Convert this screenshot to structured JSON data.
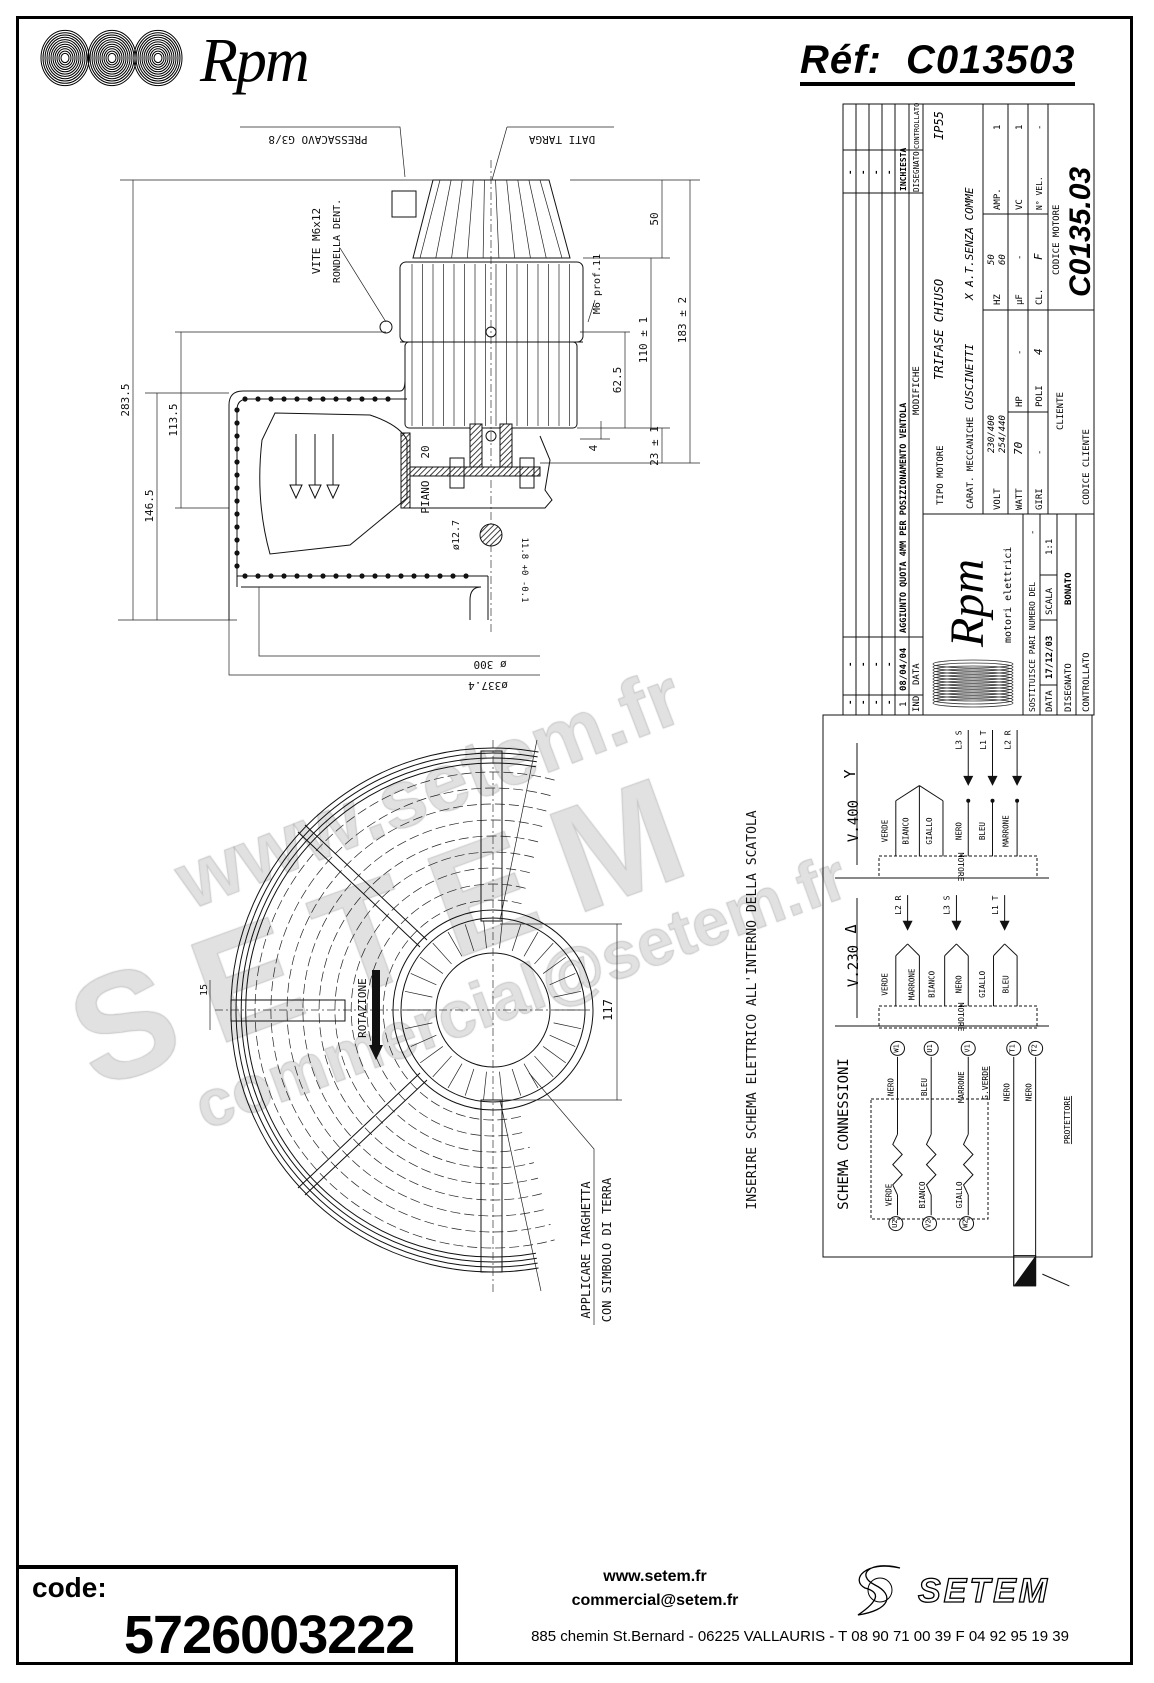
{
  "header": {
    "brand": "Rpm",
    "ref_label": "Réf:",
    "ref_value": "C013503"
  },
  "drawing": {
    "pressacavo": "PRESSACAVO G3/8",
    "dati_targa": "DATI TARGA",
    "vite": "VITE M6x12",
    "rondella": "RONDELLA DENT.",
    "m6": "M6 prof.11",
    "dim_50": "50",
    "dim_110": "110 ± 1",
    "dim_183": "183 ± 2",
    "dim_62_5": "62.5",
    "dim_23": "23 ± 1",
    "dim_4": "4",
    "dim_20": "20",
    "piano": "PIANO",
    "dia_12_7": "ø12.7",
    "dim_11_8": "11.8 +0 -0.1",
    "dim_283_5": "283.5",
    "dim_146_5": "146.5",
    "dim_113_5": "113.5",
    "dia_300": "ø 300",
    "dia_337_4": "ø337.4",
    "dim_15": "15",
    "dim_117": "117",
    "rotazione": "ROTAZIONE",
    "applicare_1": "APPLICARE TARGHETTA",
    "applicare_2": "CON SIMBOLO DI TERRA",
    "inserire": "INSERIRE SCHEMA ELETTRICO ALL'INTERNO DELLA SCATOLA"
  },
  "title_block": {
    "rev_dash": "-",
    "rev1": {
      "ind": "1",
      "date": "08/04/04",
      "desc": "AGGIUNTO QUOTA 4MM PER POSIZIONAMENTO VENTOLA",
      "by": "INCHIESTA"
    },
    "headers": {
      "ind": "IND",
      "data": "DATA",
      "modifiche": "MODIFICHE",
      "disegnato": "DISEGNATO",
      "controllato": "CONTROLLATO"
    },
    "logo_text": "Rpm",
    "logo_sub": "motori elettrici",
    "tipo_motore_label": "TIPO MOTORE",
    "tipo_motore": "TRIFASE CHIUSO",
    "ip": "IP55",
    "carat_label": "CARAT. MECCANICHE",
    "carat_1": "CUSCINETTI",
    "carat_2": "X A.T.SENZA COMME",
    "volt_label": "VOLT",
    "volt_1": "230/400",
    "volt_2": "254/440",
    "hz_label": "HZ",
    "hz_1": "50",
    "hz_2": "60",
    "amp_label": "AMP.",
    "amp": "1",
    "watt_label": "WATT",
    "watt": "70",
    "hp_label": "HP",
    "hp": "-",
    "uf_label": "µF",
    "uf": "-",
    "vc_label": "VC",
    "vc": "1",
    "giri_label": "GIRI",
    "giri": "-",
    "poli_label": "POLI",
    "poli": "4",
    "cl_label": "CL.",
    "cl": "F",
    "vel_label": "N° VEL.",
    "vel": "-",
    "cliente_label": "CLIENTE",
    "codice_cliente_label": "CODICE CLIENTE",
    "codice_motore_label": "CODICE MOTORE",
    "codice_motore": "C0135.03",
    "sostituisce_label": "SOSTITUISCE PARI NUMERO DEL",
    "sostituisce": "-",
    "data_label": "DATA",
    "data": "17/12/03",
    "scala_label": "SCALA",
    "scala": "1:1",
    "disegnato_label": "DISEGNATO",
    "disegnato": "BONATO",
    "controllato_label": "CONTROLLATO"
  },
  "connections": {
    "v400": "V.400",
    "star": "Y",
    "v230": "V.230",
    "delta": "Δ",
    "motore": "MOTORE",
    "star_wires": [
      "VERDE",
      "BIANCO",
      "GIALLO",
      "NERO",
      "BLEU",
      "MARRONE"
    ],
    "star_lines": [
      "L3 S",
      "L1 T",
      "L2 R"
    ],
    "delta_wires": [
      "VERDE",
      "MARRONE",
      "BIANCO",
      "NERO",
      "GIALLO",
      "BLEU"
    ],
    "delta_lines": [
      "L2 R",
      "L3 S",
      "L1 T"
    ],
    "schema_title": "SCHEMA CONNESSIONI",
    "top_terminals": [
      "W1",
      "U1",
      "V1"
    ],
    "top_colors": [
      "NERO",
      "BLEU",
      "MARRONE"
    ],
    "bottom_terminals": [
      "U2",
      "V2",
      "W2"
    ],
    "bottom_colors": [
      "VERDE",
      "BIANCO",
      "GIALLO"
    ],
    "ground": "G.VERDE",
    "prot_terminals": [
      "T1",
      "T2"
    ],
    "prot_colors": [
      "NERO",
      "NERO"
    ],
    "protettore": "PROTETTORE"
  },
  "watermark": [
    "www.setem.fr",
    "SETEM",
    "commercial@setem.fr"
  ],
  "footer": {
    "code_label": "code:",
    "code_value": "5726003222",
    "website": "www.setem.fr",
    "email": "commercial@setem.fr",
    "address": "885 chemin St.Bernard  -  06225 VALLAURIS  -  T 08 90 71 00 39   F 04 92 95 19 39",
    "brand": "SETEM"
  }
}
